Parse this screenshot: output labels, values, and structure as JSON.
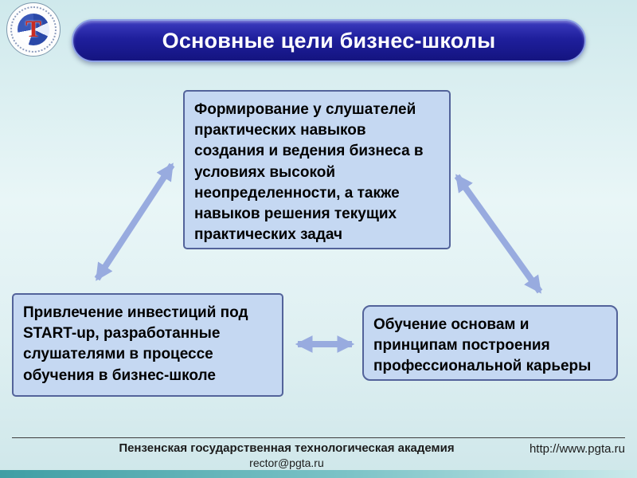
{
  "slide": {
    "title": "Основные цели бизнес-школы",
    "logo_letter": "T"
  },
  "diagram": {
    "boxes": [
      {
        "id": "formation",
        "text": "Формирование у слушателей практических навыков создания и ведения бизнеса в условиях высокой неопределенности, а также навыков решения текущих практических задач"
      },
      {
        "id": "investment",
        "text": "Привлечение инвестиций под START-up, разработанные слушателями в процессе обучения в бизнес-школе"
      },
      {
        "id": "career",
        "text": "Обучение основам и принципам построения профессиональной карьеры"
      }
    ]
  },
  "footer": {
    "organization": "Пензенская государственная технологическая академия",
    "email": "rector@pgta.ru",
    "url": "http://www.pgta.ru"
  },
  "colors": {
    "title_bg": "#1f1f9c",
    "box_bg": "#c5d8f2",
    "box_border": "#53639a",
    "arrow": "#98abdf",
    "accent_teal": "#3f9ea4"
  }
}
